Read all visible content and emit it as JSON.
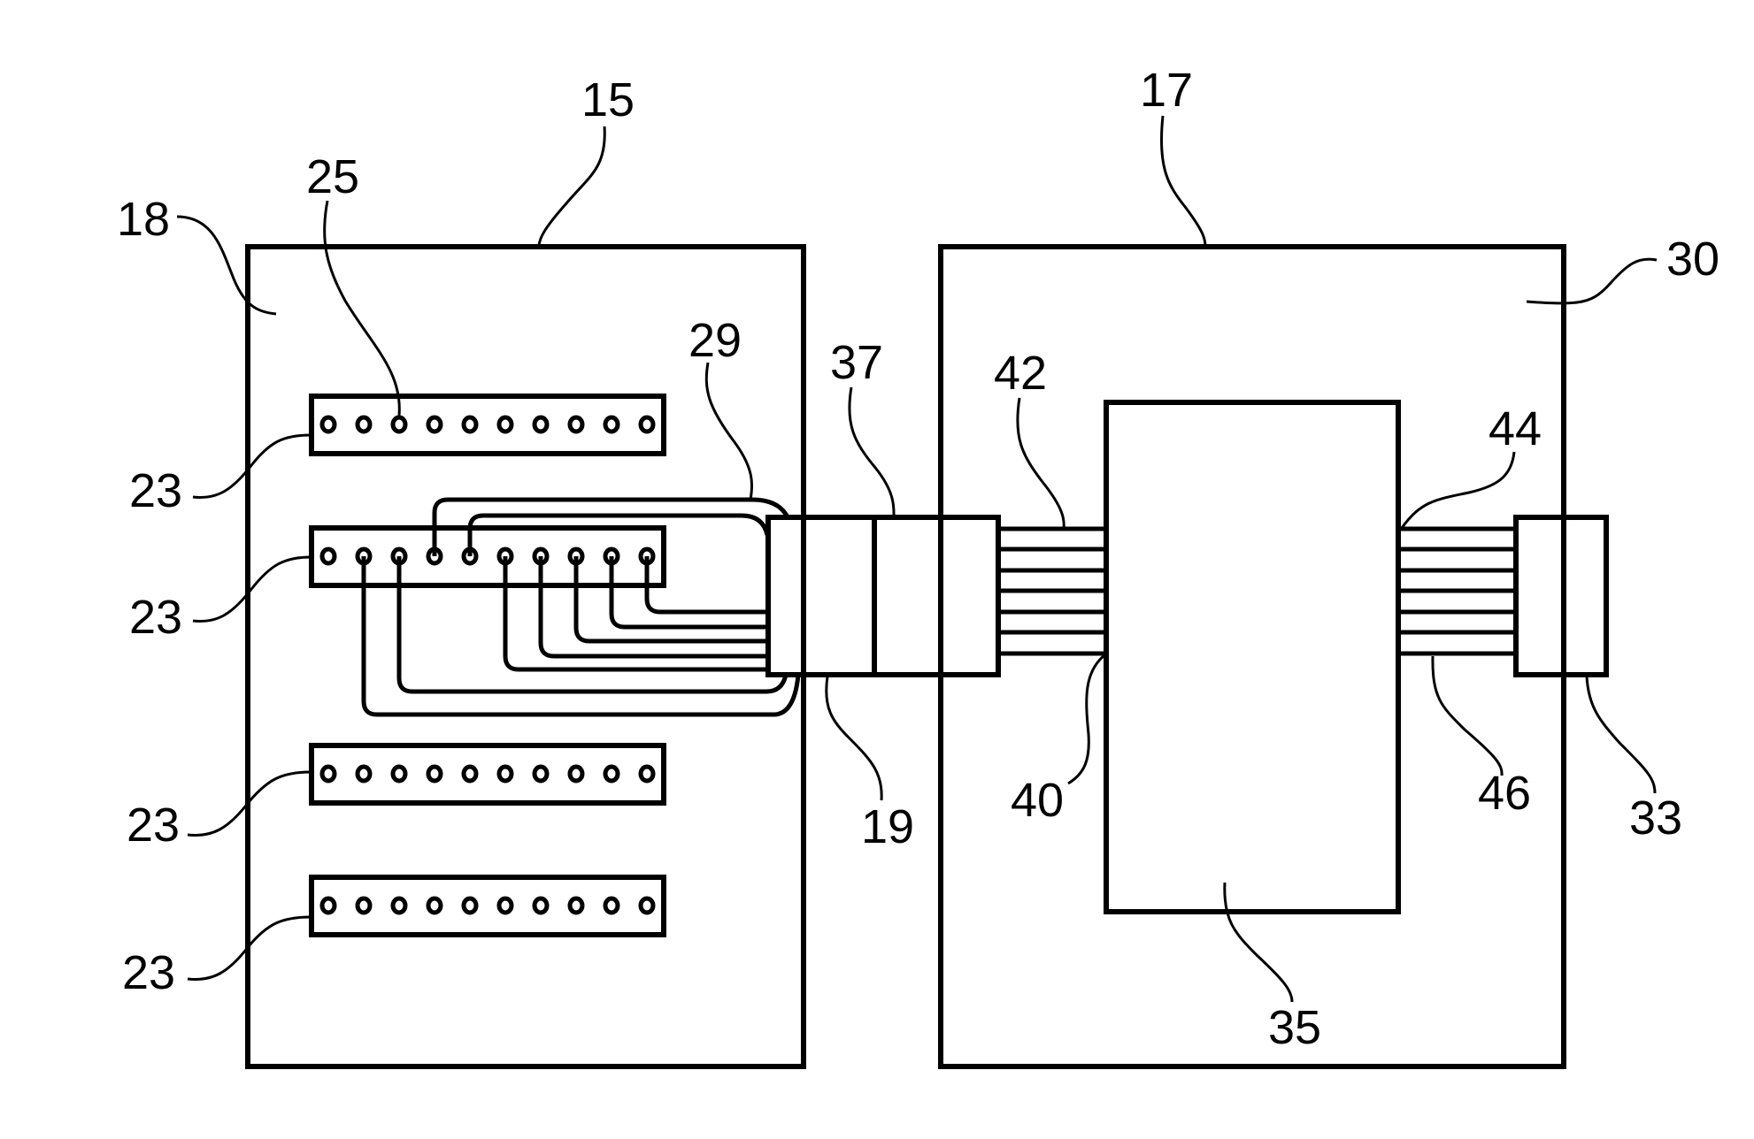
{
  "figure": {
    "type": "patent-block-diagram",
    "line_color": "#000000",
    "background": "#ffffff"
  },
  "components": {
    "module_left": {
      "ref": "15",
      "area_ref": "18",
      "description": "left enclosure"
    },
    "module_right": {
      "ref": "17",
      "area_ref": "30",
      "description": "right enclosure"
    },
    "terminal_strips": {
      "ref": "23",
      "count": 4,
      "holes_per_strip": 10
    },
    "terminal_hole": {
      "ref": "25"
    },
    "jumper_wires": {
      "ref": "29"
    },
    "connector_left_half": {
      "ref": "19"
    },
    "connector_right_half": {
      "ref": "37"
    },
    "bus_in": {
      "ref_top": "42",
      "ref_bottom": "40",
      "wire_count": 7
    },
    "processor_block": {
      "ref": "35"
    },
    "bus_out": {
      "ref_top": "44",
      "ref_bottom": "46",
      "wire_count": 7
    },
    "output_connector": {
      "ref": "33"
    }
  },
  "labels": {
    "l15": "15",
    "l17": "17",
    "l18": "18",
    "l25": "25",
    "l30": "30",
    "l29": "29",
    "l37": "37",
    "l42": "42",
    "l44": "44",
    "l23a": "23",
    "l23b": "23",
    "l23c": "23",
    "l23d": "23",
    "l19": "19",
    "l40": "40",
    "l46": "46",
    "l33": "33",
    "l35": "35"
  }
}
